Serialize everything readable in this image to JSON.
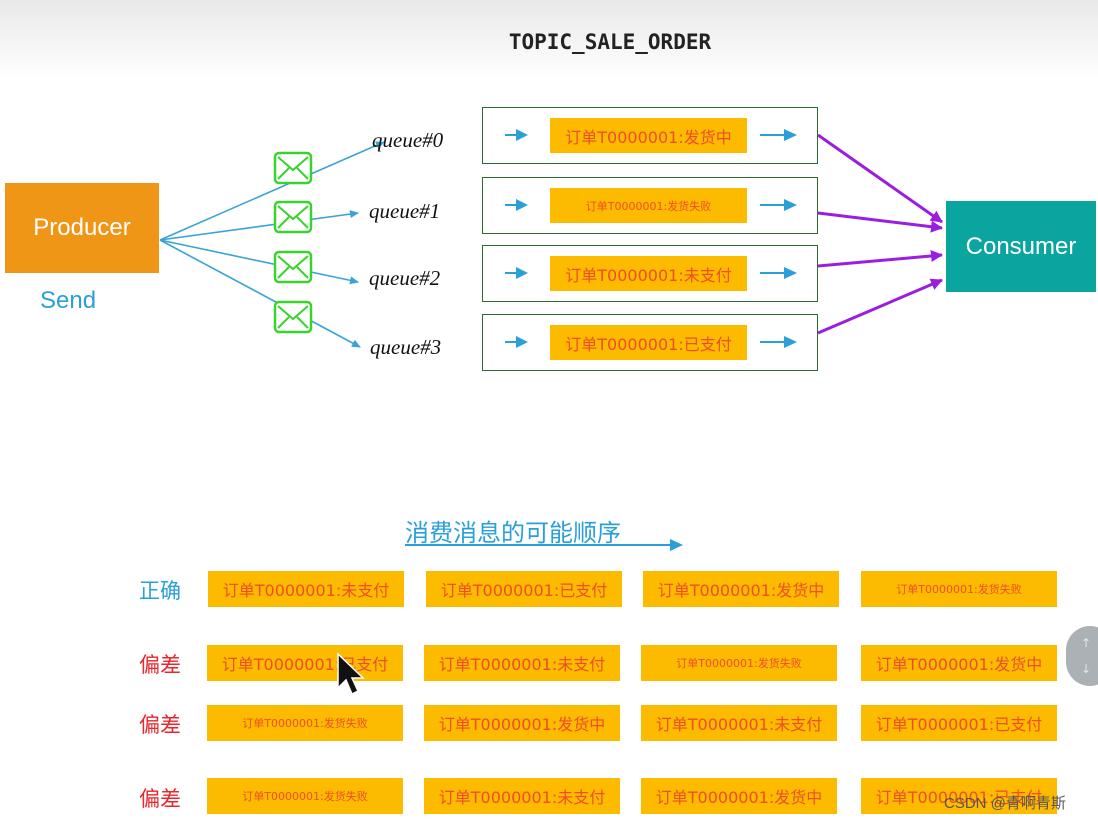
{
  "title": "TOPIC_SALE_ORDER",
  "producer": {
    "label": "Producer",
    "action": "Send"
  },
  "consumer": {
    "label": "Consumer"
  },
  "queues": [
    {
      "name": "queue#0",
      "message": "订单T0000001:发货中"
    },
    {
      "name": "queue#1",
      "message": "订单T0000001:发货失败"
    },
    {
      "name": "queue#2",
      "message": "订单T0000001:未支付"
    },
    {
      "name": "queue#3",
      "message": "订单T0000001:已支付"
    }
  ],
  "sequence": {
    "title": "消费消息的可能顺序",
    "rows": [
      {
        "label": "正确",
        "items": [
          "订单T0000001:未支付",
          "订单T0000001:已支付",
          "订单T0000001:发货中",
          "订单T0000001:发货失败"
        ]
      },
      {
        "label": "偏差",
        "items": [
          "订单T0000001:已支付",
          "订单T0000001:未支付",
          "订单T0000001:发货失败",
          "订单T0000001:发货中"
        ]
      },
      {
        "label": "偏差",
        "items": [
          "订单T0000001:发货失败",
          "订单T0000001:发货中",
          "订单T0000001:未支付",
          "订单T0000001:已支付"
        ]
      },
      {
        "label": "偏差",
        "items": [
          "订单T0000001:发货失败",
          "订单T0000001:未支付",
          "订单T0000001:发货中",
          "订单T0000001:已支付"
        ]
      }
    ]
  },
  "watermark": "CSDN @青啊青斯",
  "icons": [
    "envelope-icon",
    "arrow-right-icon",
    "mouse-cursor-icon",
    "scroll-up-icon",
    "scroll-down-icon"
  ],
  "colors": {
    "producer": "#ef9616",
    "consumer": "#0aa59e",
    "message_tag": "#fdbb00",
    "message_text": "#f04d25",
    "send_lines": "#3aa3d6",
    "consume_lines": "#9b1ee0",
    "envelope": "#38d42c",
    "correct": "#2a9fd8",
    "deviation": "#e8262b"
  }
}
